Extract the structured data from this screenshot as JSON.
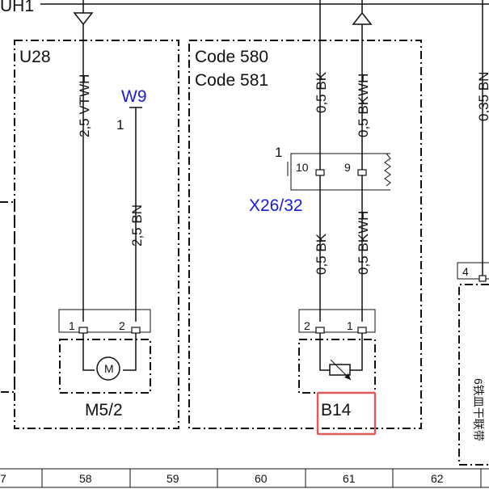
{
  "top_label": "UH1",
  "modules": {
    "left_module": "U28",
    "middle_module_line1": "Code 580",
    "middle_module_line2": "Code 581"
  },
  "wires": {
    "vtwh": "2,5 VTWH",
    "bn": "2,5 BN",
    "bk_top": "0,5 BK",
    "bkwh_top": "0,5 BKWH",
    "bk_bottom": "0,5 BK",
    "bkwh_bottom": "0,5 BKWH",
    "right_partial": "0,35 BN"
  },
  "ground_ref": "W9",
  "ground_pin": "1",
  "connector": {
    "name": "X26/32",
    "index": "1",
    "pin_a": "10",
    "pin_b": "9"
  },
  "motor": {
    "name": "M5/2",
    "symbol": "M",
    "pin1": "1",
    "pin2": "2"
  },
  "sensor": {
    "name": "B14",
    "pin2": "2",
    "pin1": "1"
  },
  "right_component": {
    "pin": "4",
    "vertical_text": "6铁皿干联带"
  },
  "grid_numbers": [
    "7",
    "58",
    "59",
    "60",
    "61",
    "62"
  ],
  "colors": {
    "line": "#111111",
    "blue_label": "#1a1ad8",
    "highlight": "#e05a5a"
  }
}
